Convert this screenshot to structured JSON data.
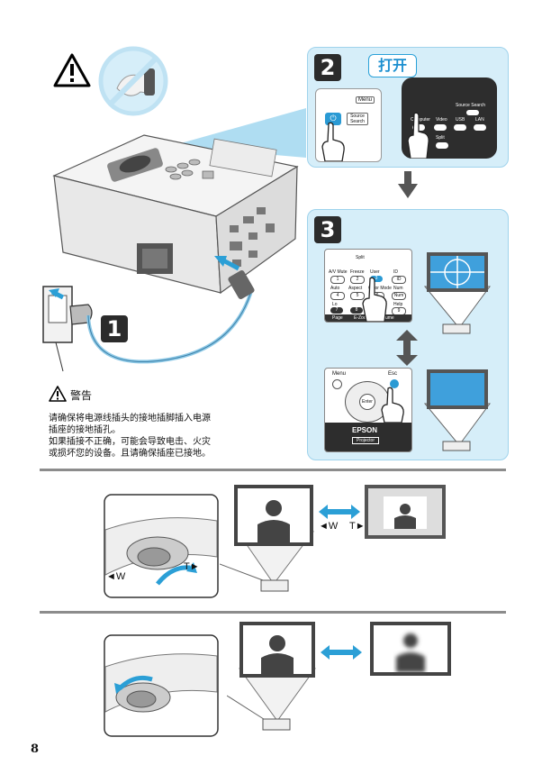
{
  "step1": {
    "number": "1"
  },
  "step2": {
    "number": "2",
    "callout": "打开"
  },
  "step3": {
    "number": "3"
  },
  "remote_top": {
    "source_search": "Source Search",
    "computer": "Computer",
    "video": "Video",
    "usb": "USB",
    "lan": "LAN",
    "split": "Split"
  },
  "remote_left": {
    "menu": "Menu",
    "source_search": "Source Search"
  },
  "remote3": {
    "split": "Split",
    "row1": [
      "A/V Mute",
      "Freeze",
      "User",
      "ID"
    ],
    "nums1": [
      "1",
      "2",
      "3",
      "ID"
    ],
    "row2": [
      "Auto",
      "Aspect",
      "Color Mode",
      "Num"
    ],
    "nums2": [
      "4",
      "5",
      "6",
      "Num"
    ],
    "row3": [
      "Lo",
      "",
      "",
      "Help"
    ],
    "nums3": [
      "7",
      "8",
      "",
      "9"
    ],
    "bottom": [
      "Page",
      "E-Zoom",
      "Volume"
    ]
  },
  "remote4": {
    "menu": "Menu",
    "esc": "Esc",
    "enter": "Enter",
    "brand": "EPSON",
    "sub": "Projector"
  },
  "warning": {
    "title": "警告",
    "lines": [
      "请确保将电源线插头的接地插脚插入电源",
      "插座的接地插孔。",
      "如果插接不正确，可能会导致电击、火灾",
      "或损坏您的设备。且请确保插座已接地。"
    ]
  },
  "zoom": {
    "w": "◄W",
    "t": "T►",
    "w2": "◄W",
    "t2": "T►"
  },
  "colors": {
    "panel": "#d6eef9",
    "accent": "#2aa1d8",
    "arrow": "#2b9fd6"
  },
  "page_number": "8"
}
